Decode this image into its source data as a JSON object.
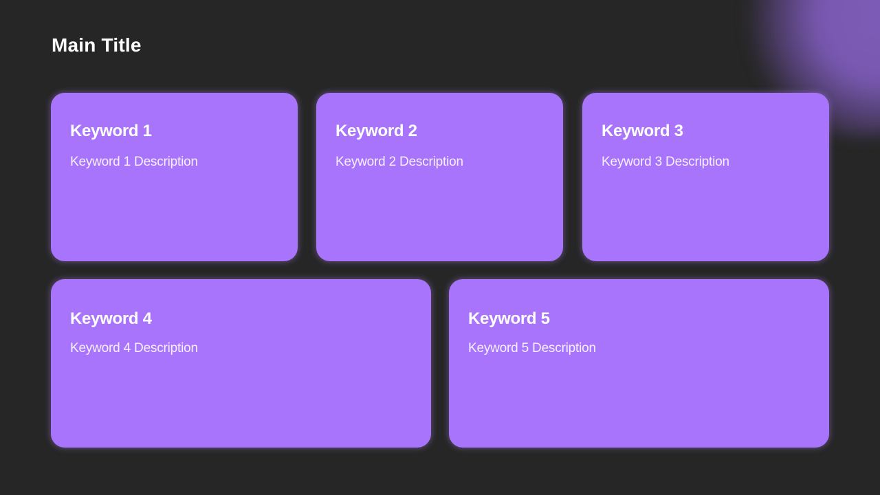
{
  "slide": {
    "title": "Main Title",
    "accent_color": "#a874fc",
    "background_color": "#262626",
    "cards": [
      {
        "keyword": "Keyword 1",
        "description": "Keyword 1 Description"
      },
      {
        "keyword": "Keyword 2",
        "description": "Keyword 2 Description"
      },
      {
        "keyword": "Keyword 3",
        "description": "Keyword 3 Description"
      },
      {
        "keyword": "Keyword 4",
        "description": "Keyword 4 Description"
      },
      {
        "keyword": "Keyword 5",
        "description": "Keyword 5 Description"
      }
    ]
  }
}
